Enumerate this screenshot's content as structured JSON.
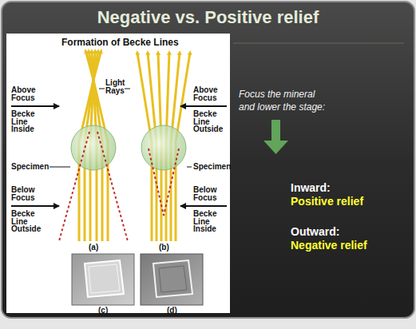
{
  "diagram": {
    "title": "Negative vs. Positive relief",
    "labels": [
      "Formation of Becke Lines",
      "Above Focus",
      "Becke Line Inside",
      "Light Rays",
      "Specimen",
      "Below Focus",
      "Becke Line Outside",
      "Above Focus",
      "Becke Line Outside",
      "Specimen",
      "Below Focus",
      "Becke Line Inside",
      "(a)",
      "(b)",
      "(c)",
      "(d)",
      "Focus the mineral and lower the stage:",
      "Inward:",
      "Positive relief",
      "Outward:",
      "Negative relief"
    ]
  }
}
